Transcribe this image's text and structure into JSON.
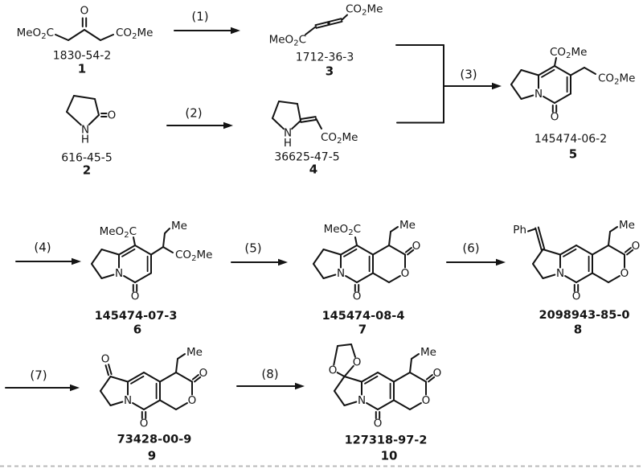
{
  "page": {
    "background": "#ffffff",
    "ink": "#141414"
  },
  "atoms": {
    "N": "N",
    "H": "H",
    "O": "O",
    "C": "C",
    "Me": "Me",
    "MeO": "MeO",
    "CO": "CO",
    "Ph": "Ph",
    "sub2": "2"
  },
  "steps": [
    {
      "label": "(1)"
    },
    {
      "label": "(2)"
    },
    {
      "label": "(3)"
    },
    {
      "label": "(4)"
    },
    {
      "label": "(5)"
    },
    {
      "label": "(6)"
    },
    {
      "label": "(7)"
    },
    {
      "label": "(8)"
    }
  ],
  "compounds": [
    {
      "cas": "1830-54-2",
      "number": "1"
    },
    {
      "cas": "616-45-5",
      "number": "2"
    },
    {
      "cas": "1712-36-3",
      "number": "3"
    },
    {
      "cas": "36625-47-5",
      "number": "4"
    },
    {
      "cas": "145474-06-2",
      "number": "5"
    },
    {
      "cas": "145474-07-3",
      "number": "6"
    },
    {
      "cas": "145474-08-4",
      "number": "7"
    },
    {
      "cas": "2098943-85-0",
      "number": "8"
    },
    {
      "cas": "73428-00-9",
      "number": "9"
    },
    {
      "cas": "127318-97-2",
      "number": "10"
    }
  ]
}
